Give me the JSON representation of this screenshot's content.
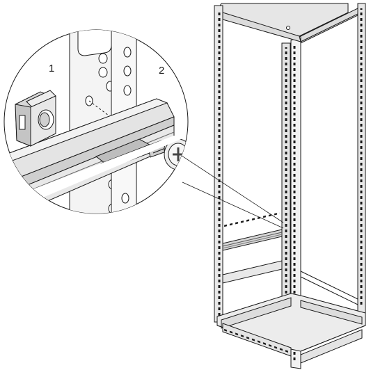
{
  "callouts": {
    "one": "1",
    "two": "2"
  },
  "colors": {
    "line": "#1a1a1a",
    "metal_light": "#eeeeee",
    "metal_mid": "#d6d6d6",
    "metal_dark": "#9a9a9a",
    "top_panel": "#e6e6e6",
    "background": "#ffffff"
  },
  "icons": [
    "cage-nut",
    "pan-head-screw",
    "mounting-rail",
    "rack-enclosure-frame"
  ]
}
